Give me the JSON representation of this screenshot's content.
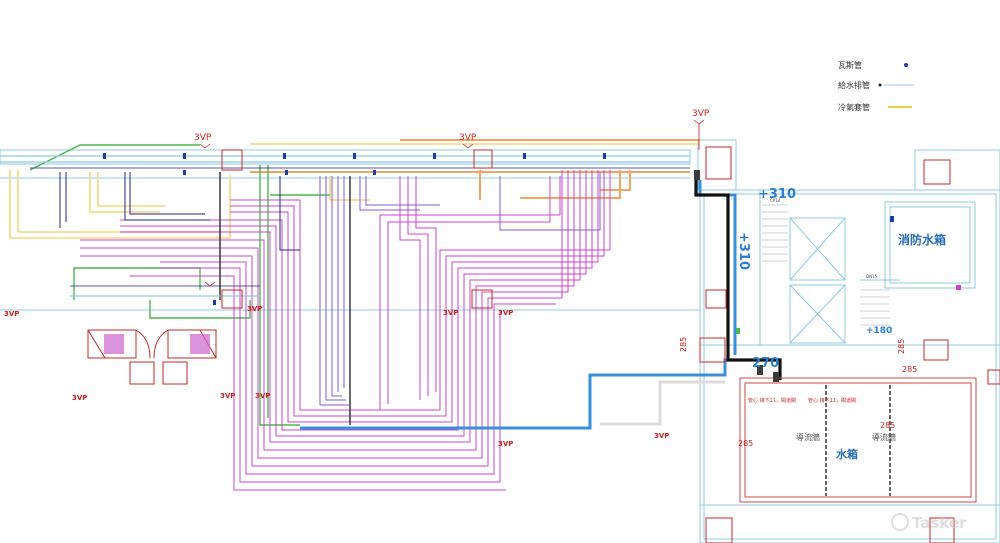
{
  "legend": {
    "items": [
      {
        "label": "瓦斯管",
        "marker": "dot",
        "color": "#1a3caa"
      },
      {
        "label": "給水排管",
        "marker": "line",
        "color": "#9ec7e6"
      },
      {
        "label": "冷氣套管",
        "marker": "line",
        "color": "#f2c94c"
      }
    ]
  },
  "labels": {
    "vp_top_1": "3VP",
    "vp_top_2": "3VP",
    "vp_top_3": "3VP",
    "vp_left": "3VP",
    "vp_mid_1": "3VP",
    "vp_mid_2": "3VP",
    "vp_mid_3": "3VP",
    "vp_low_1": "3VP",
    "vp_low_2": "3VP",
    "vp_low_3": "3VP",
    "vp_low_4": "3VP",
    "vp_low_5": "3VP",
    "level_310": "+310",
    "level_310_vertical": "+310",
    "level_180": "+180",
    "level_270": "270",
    "fire_tank": "消防水箱",
    "water_tank": "水箱",
    "baffle_1": "導流牆",
    "baffle_2": "導流牆",
    "pipe_note_1": "管心 接下11，閥道閥",
    "pipe_note_2": "管心 接下11，閥道閥",
    "size_285_a": "285",
    "size_285_b": "285",
    "size_285_c": "285",
    "size_285_d": "285",
    "size_285_e": "285",
    "dim_dn": "DN15",
    "dim_cp": "CP14",
    "watermark": "Tasker"
  },
  "colors": {
    "magenta": "#cc44cc",
    "purple": "#7a4fd0",
    "navy": "#23238e",
    "green": "#4cb84c",
    "orange": "#f4a460",
    "yellow": "#f2d97a",
    "cyan": "#9fd3e6",
    "blue_main": "#3a8fdc",
    "red": "#c62828",
    "black": "#111111"
  }
}
